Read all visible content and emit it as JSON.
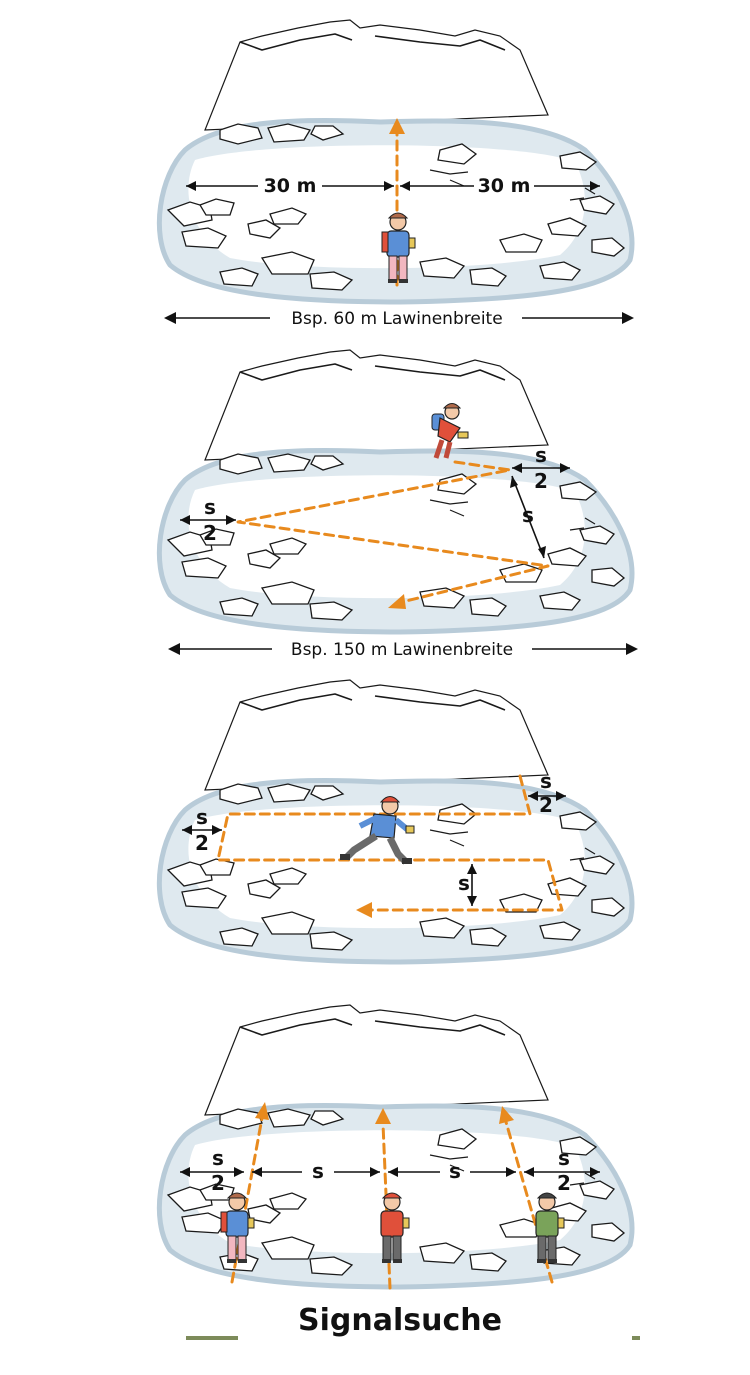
{
  "panels": [
    {
      "id": "panel-1",
      "labels": {
        "left_distance": "30 m",
        "right_distance": "30 m",
        "width_caption": "Bsp. 60 m Lawinenbreite"
      }
    },
    {
      "id": "panel-2",
      "labels": {
        "left_half": {
          "num": "s",
          "den": "2"
        },
        "right_half": {
          "num": "s",
          "den": "2"
        },
        "spacing": "s",
        "width_caption": "Bsp. 150 m Lawinenbreite"
      }
    },
    {
      "id": "panel-3",
      "labels": {
        "left_half": {
          "num": "s",
          "den": "2"
        },
        "right_half": {
          "num": "s",
          "den": "2"
        },
        "spacing": "s"
      }
    },
    {
      "id": "panel-4",
      "labels": {
        "left_half": {
          "num": "s",
          "den": "2"
        },
        "right_half": {
          "num": "s",
          "den": "2"
        },
        "spacing_left": "s",
        "spacing_right": "s"
      }
    }
  ],
  "title": "Signalsuche",
  "colors": {
    "path": "#e88a1e",
    "snow": "#dfe9ef",
    "snow_edge": "#b8cbd8",
    "ink": "#111111",
    "jacket_blue": "#5a8fd6",
    "jacket_red": "#e0503a",
    "jacket_green": "#7aa35a",
    "pants_pink": "#f2b7c0",
    "pants_grey": "#6a6a6a"
  }
}
